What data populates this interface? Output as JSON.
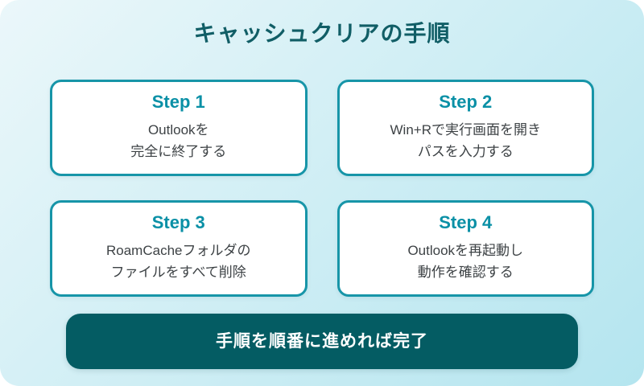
{
  "header": {
    "title": "キャッシュクリアの手順"
  },
  "steps": [
    {
      "label": "Step 1",
      "description_line1": "Outlookを",
      "description_line2": "完全に終了する"
    },
    {
      "label": "Step 2",
      "description_line1": "Win+Rで実行画面を開き",
      "description_line2": "パスを入力する"
    },
    {
      "label": "Step 3",
      "description_line1": "RoamCacheフォルダの",
      "description_line2": "ファイルをすべて削除"
    },
    {
      "label": "Step 4",
      "description_line1": "Outlookを再起動し",
      "description_line2": "動作を確認する"
    }
  ],
  "footer": {
    "banner_text": "手順を順番に進めれば完了"
  },
  "colors": {
    "title_text": "#115e66",
    "step_label": "#0a90a6",
    "card_border": "#1795a8",
    "card_background": "#ffffff",
    "body_text": "#3d4245",
    "banner_background": "#045c63",
    "banner_text": "#ffffff",
    "background_gradient_start": "#ebf7fa",
    "background_gradient_end": "#b4e5ef"
  }
}
